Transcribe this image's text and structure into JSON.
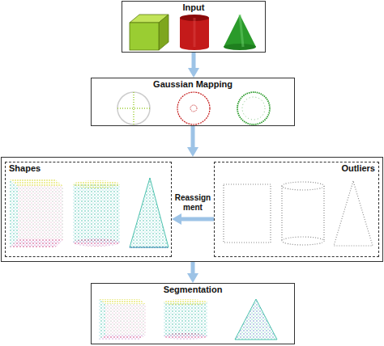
{
  "diagram": {
    "nodes": [
      {
        "text": [
          "Input"
        ]
      },
      {
        "text": [
          "Gaussian Mapping"
        ]
      },
      {
        "text": []
      },
      {
        "text": [
          "Shapes"
        ],
        "in": 2
      },
      {
        "text": [
          "Outliers"
        ],
        "in": 2
      },
      {
        "text": [
          "Segmentation"
        ]
      }
    ],
    "edges": [
      {
        "from": 0,
        "to": 1,
        "arrow": "to"
      },
      {
        "from": 1,
        "to": 2,
        "arrow": "to"
      },
      {
        "from": 4,
        "to": 3,
        "label": "Reassign ment",
        "arrow": "to"
      },
      {
        "from": 2,
        "to": 5,
        "arrow": "to"
      }
    ]
  }
}
